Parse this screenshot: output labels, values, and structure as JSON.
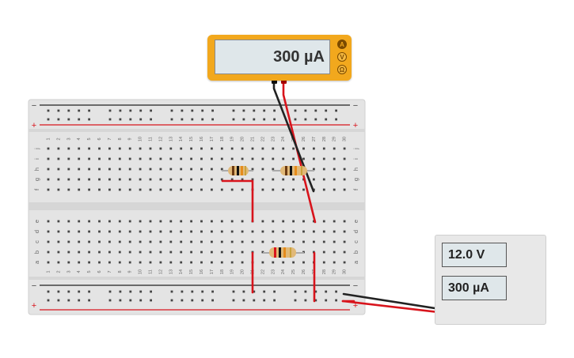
{
  "multimeter": {
    "reading": "300 µA",
    "modes": [
      {
        "label": "A",
        "active": true
      },
      {
        "label": "V",
        "active": false
      },
      {
        "label": "Ω",
        "active": false
      }
    ]
  },
  "breadboard": {
    "columns": [
      "1",
      "2",
      "3",
      "4",
      "5",
      "6",
      "7",
      "8",
      "9",
      "10",
      "11",
      "12",
      "13",
      "14",
      "15",
      "16",
      "17",
      "18",
      "19",
      "20",
      "21",
      "22",
      "23",
      "24",
      "25",
      "26",
      "27",
      "28",
      "29",
      "30"
    ],
    "top_rows": [
      "j",
      "i",
      "h",
      "g",
      "f"
    ],
    "bottom_rows": [
      "e",
      "d",
      "c",
      "b",
      "a"
    ],
    "rail_minus": "−",
    "rail_plus": "+"
  },
  "power_supply": {
    "voltage": "12.0 V",
    "current": "300 µA"
  },
  "colors": {
    "meter_body": "#f2a81d",
    "wire_red": "#d8141c",
    "wire_black": "#222222",
    "rail_red": "#d8141c"
  }
}
